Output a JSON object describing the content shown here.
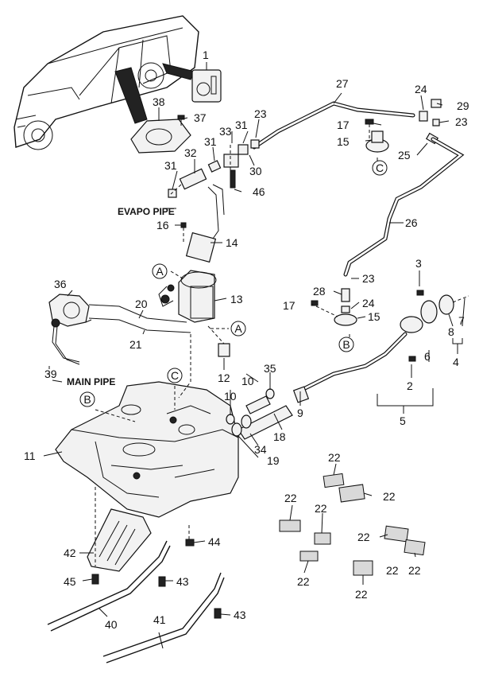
{
  "diagram": {
    "labels": {
      "evapo_pipe": "EVAPO PIPE",
      "main_pipe": "MAIN PIPE"
    },
    "circle_refs": [
      "A",
      "A",
      "B",
      "B",
      "C",
      "C"
    ],
    "callouts": [
      "1",
      "38",
      "37",
      "27",
      "24",
      "29",
      "23",
      "17",
      "15",
      "25",
      "33",
      "31",
      "31",
      "23",
      "30",
      "32",
      "31",
      "46",
      "16",
      "14",
      "26",
      "36",
      "20",
      "21",
      "13",
      "3",
      "28",
      "23",
      "17",
      "24",
      "15",
      "8",
      "7",
      "12",
      "10",
      "35",
      "10",
      "9",
      "6",
      "2",
      "4",
      "5",
      "39",
      "11",
      "18",
      "34",
      "19",
      "22",
      "22",
      "22",
      "22",
      "22",
      "42",
      "44",
      "45",
      "43",
      "22",
      "22",
      "22",
      "22",
      "40",
      "41",
      "43"
    ]
  }
}
